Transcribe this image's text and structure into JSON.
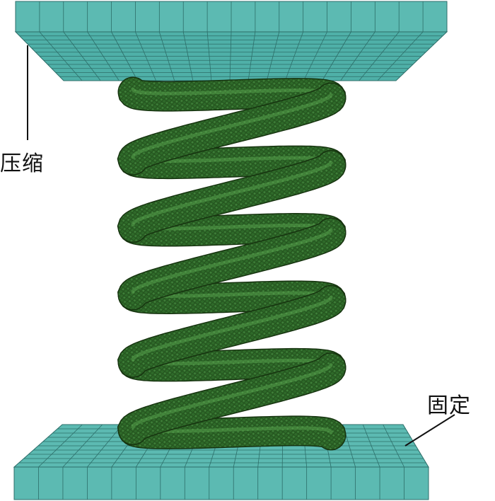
{
  "figure": {
    "type": "finite-element spring compression model",
    "labels": {
      "compress": "压缩",
      "fixed": "固定"
    },
    "colors": {
      "plate": "#5cbab2",
      "plate_side": "#4aa39c",
      "plate_edge": "#2d6e69",
      "spring": "#2f6a2a",
      "spring_dark": "#1c3f18",
      "spring_light": "#5fae55",
      "leader_line": "#111111"
    },
    "spring": {
      "coils": 5
    },
    "plates": [
      {
        "name": "top-plate",
        "role": "compress"
      },
      {
        "name": "bottom-plate",
        "role": "fixed"
      }
    ]
  }
}
